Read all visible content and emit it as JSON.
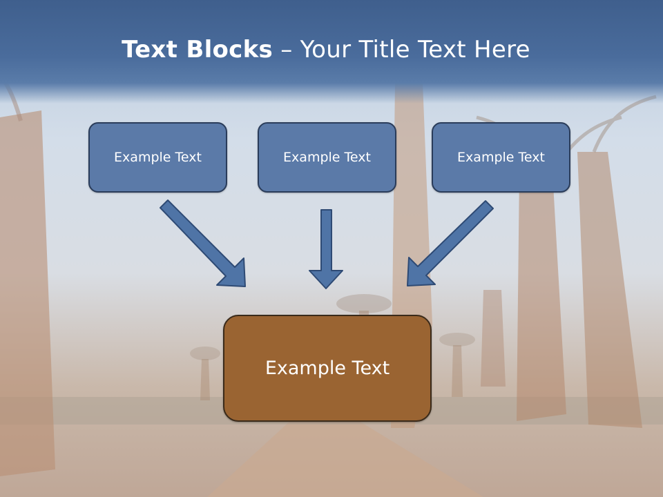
{
  "slide": {
    "title_bold": "Text Blocks",
    "title_dash": " – ",
    "title_rest": "Your Title Text Here"
  },
  "blocks": {
    "top_left": "Example Text",
    "top_middle": "Example Text",
    "top_right": "Example Text",
    "center": "Example Text"
  },
  "colors": {
    "title_band": "#4a6c9c",
    "top_box_fill": "#5b7aa8",
    "center_box_fill": "#9a6432",
    "arrow_fill": "#4f74a6"
  },
  "background": {
    "image": "baobab-trees-landscape"
  }
}
